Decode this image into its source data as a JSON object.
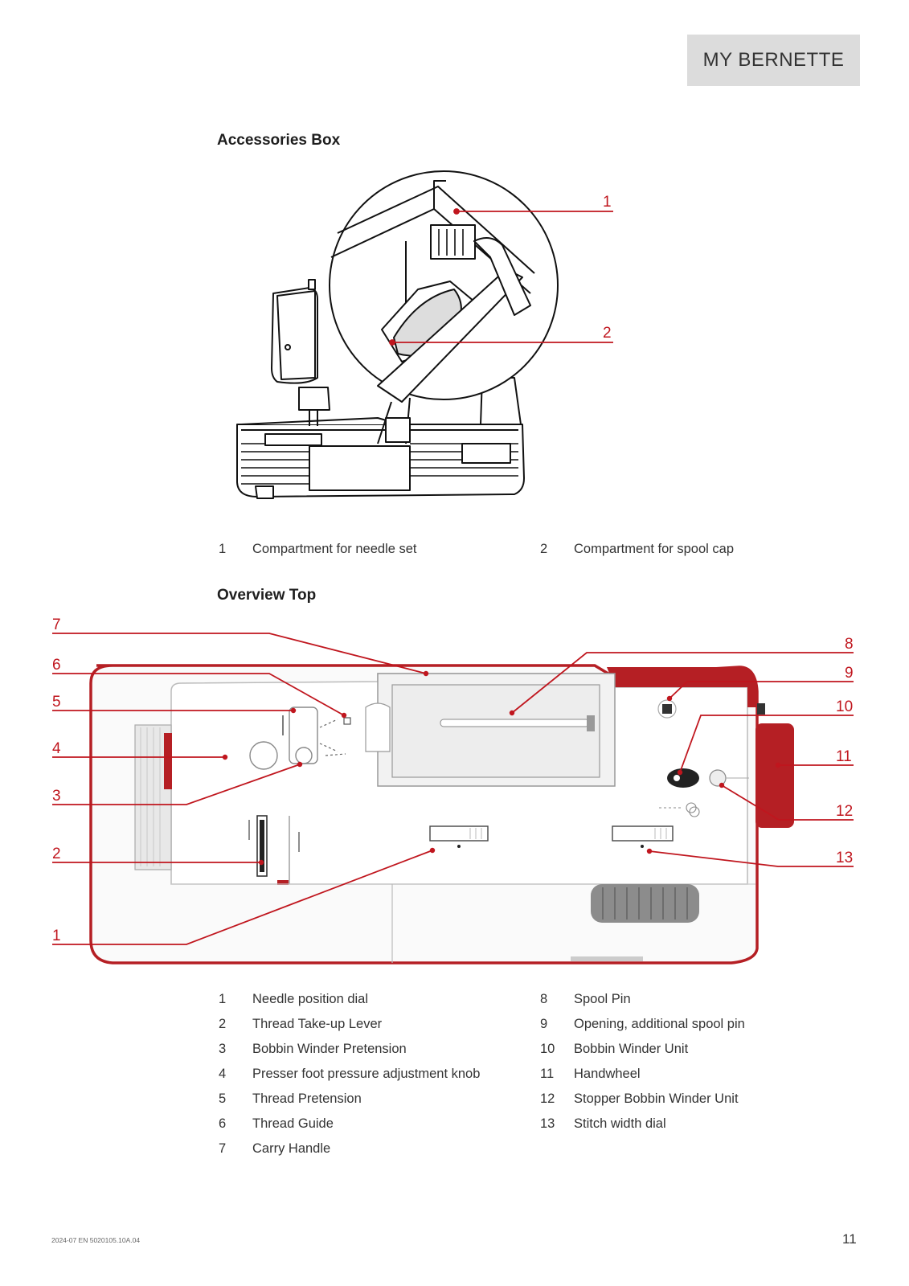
{
  "header": {
    "label": "MY BERNETTE"
  },
  "accessories": {
    "title": "Accessories Box",
    "callouts": [
      "1",
      "2"
    ],
    "legend": [
      {
        "num": "1",
        "text": "Compartment for needle set"
      },
      {
        "num": "2",
        "text": "Compartment for spool cap"
      }
    ]
  },
  "overview": {
    "title": "Overview Top",
    "callouts": [
      "1",
      "2",
      "3",
      "4",
      "5",
      "6",
      "7",
      "8",
      "9",
      "10",
      "11",
      "12",
      "13"
    ],
    "legend_left": [
      {
        "num": "1",
        "text": "Needle position dial"
      },
      {
        "num": "2",
        "text": "Thread Take-up Lever"
      },
      {
        "num": "3",
        "text": "Bobbin Winder Pretension"
      },
      {
        "num": "4",
        "text": "Presser foot pressure adjustment knob"
      },
      {
        "num": "5",
        "text": "Thread Pretension"
      },
      {
        "num": "6",
        "text": "Thread Guide"
      },
      {
        "num": "7",
        "text": "Carry Handle"
      }
    ],
    "legend_right": [
      {
        "num": "8",
        "text": "Spool Pin"
      },
      {
        "num": "9",
        "text": "Opening, additional spool pin"
      },
      {
        "num": "10",
        "text": "Bobbin Winder Unit"
      },
      {
        "num": "11",
        "text": "Handwheel"
      },
      {
        "num": "12",
        "text": "Stopper Bobbin Winder Unit"
      },
      {
        "num": "13",
        "text": "Stitch width dial"
      }
    ]
  },
  "footer": {
    "code": "2024-07 EN 5020105.10A.04",
    "page": "11"
  },
  "colors": {
    "accent_red": "#c0161e",
    "machine_red": "#b51f24",
    "header_gray": "#dcdcdc"
  }
}
